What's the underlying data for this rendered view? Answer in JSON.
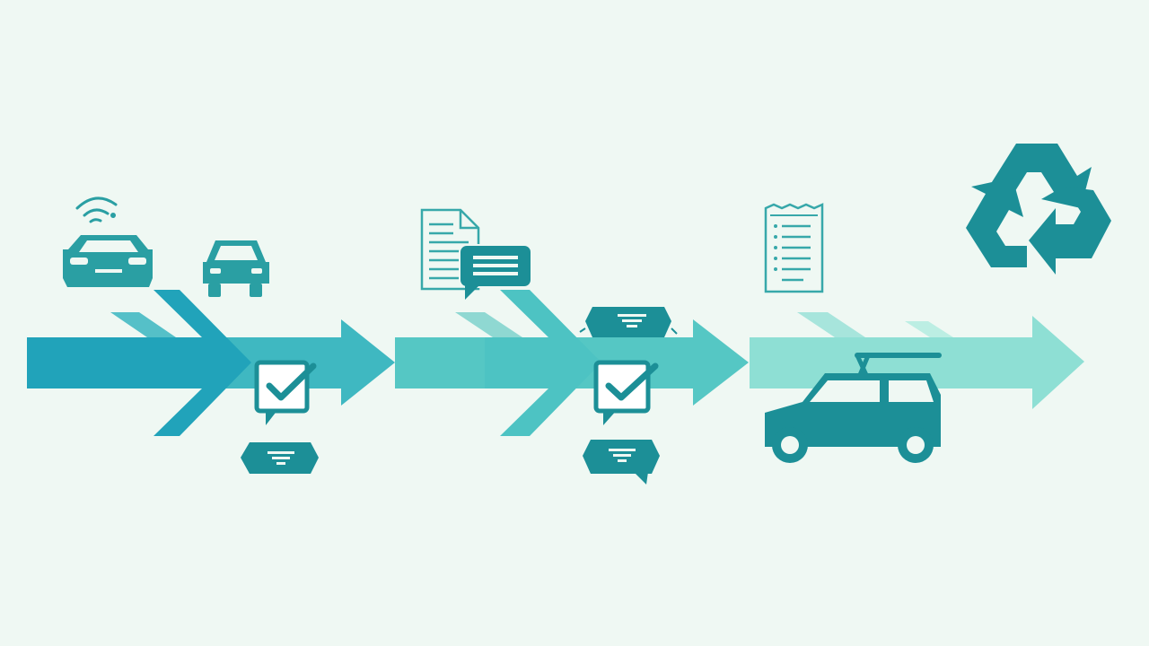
{
  "diagram": {
    "type": "process-flow",
    "direction": "left-to-right",
    "text_labels": [],
    "colors": {
      "background": "#eff8f3",
      "icon_dark": "#1c8f97",
      "icon_mid": "#2a9fa3",
      "arrow_1": "#27a8bd",
      "arrow_2": "#3fb8c1",
      "arrow_3": "#55c7c4",
      "arrow_4": "#8edfd4",
      "icon_line": "#37a8aa",
      "white": "#ffffff"
    },
    "stages": [
      {
        "order": 1,
        "icons": [
          "connected-car-icon",
          "car-rear-icon"
        ]
      },
      {
        "order": 2,
        "icons": [
          "approval-check-bubble-icon",
          "message-tag-icon"
        ]
      },
      {
        "order": 3,
        "icons": [
          "document-icon",
          "chat-bubble-icon"
        ]
      },
      {
        "order": 4,
        "icons": [
          "message-tag-icon",
          "approval-check-bubble-icon",
          "message-tag-icon"
        ]
      },
      {
        "order": 5,
        "icons": [
          "checklist-icon",
          "tow-truck-icon"
        ]
      },
      {
        "order": 6,
        "icons": [
          "recycle-icon"
        ]
      }
    ]
  }
}
